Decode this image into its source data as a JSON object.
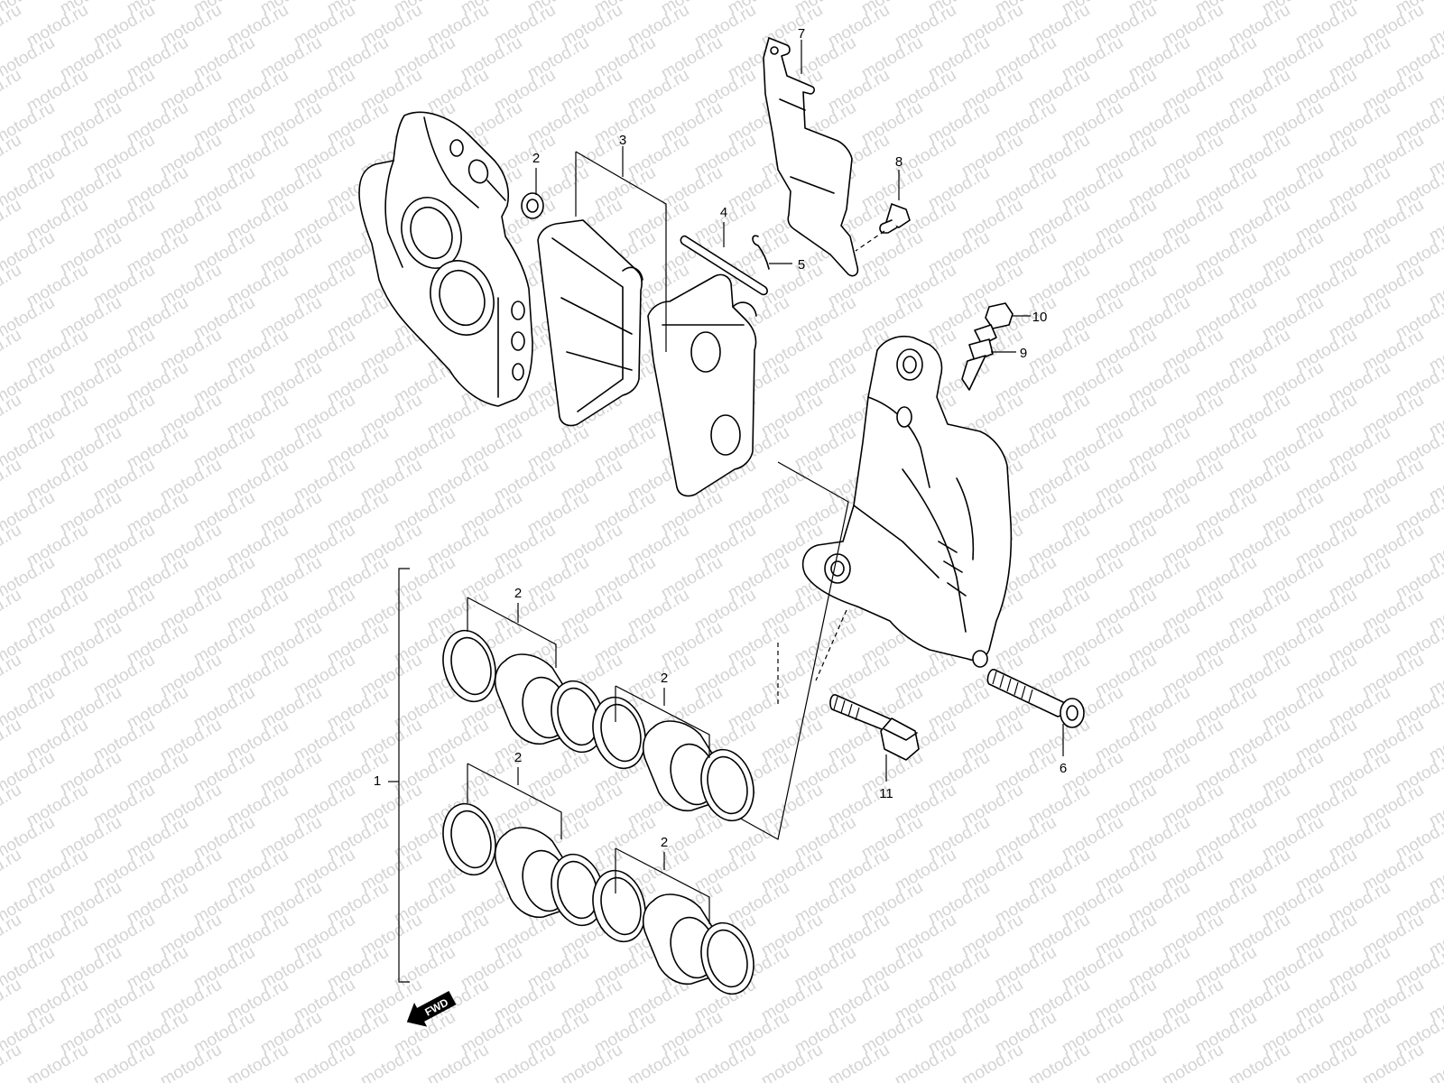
{
  "watermark": "motod.ru",
  "fwd_label": "FWD",
  "callouts": {
    "c1": "1",
    "c2a": "2",
    "c2b": "2",
    "c2c": "2",
    "c2d": "2",
    "c2e": "2",
    "c3": "3",
    "c4": "4",
    "c5": "5",
    "c6": "6",
    "c7": "7",
    "c8": "8",
    "c9": "9",
    "c10": "10",
    "c11": "11"
  }
}
